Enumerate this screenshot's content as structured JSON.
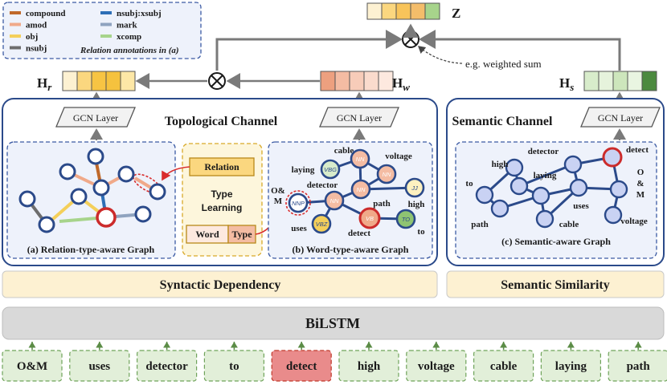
{
  "output_label": "Z",
  "hr_label": "H",
  "hr_sub": "r",
  "hw_label": "H",
  "hw_sub": "w",
  "hs_label": "H",
  "hs_sub": "s",
  "weighted_sum_note": "e.g. weighted sum",
  "legend": {
    "items": [
      {
        "label": "compound",
        "color": "#c0692a"
      },
      {
        "label": "amod",
        "color": "#f0a989"
      },
      {
        "label": "obj",
        "color": "#f4cf5a"
      },
      {
        "label": "nsubj",
        "color": "#6d6d6d"
      },
      {
        "label": "nsubj:xsubj",
        "color": "#2e6fb7"
      },
      {
        "label": "mark",
        "color": "#8fa3bf"
      },
      {
        "label": "xcomp",
        "color": "#a7d48b"
      }
    ],
    "caption": "Relation annotations in (a)"
  },
  "gcn_layer_label": "GCN Layer",
  "topological_channel_title": "Topological Channel",
  "semantic_channel_title": "Semantic Channel",
  "panel_a_caption": "(a) Relation-type-aware Graph",
  "panel_b_caption": "(b) Word-type-aware Graph",
  "panel_c_caption": "(c) Semantic-aware Graph",
  "type_learning": {
    "relation_label": "Relation",
    "title_line1": "Type",
    "title_line2": "Learning",
    "word_label": "Word",
    "type_label": "Type"
  },
  "word_graph": {
    "words": {
      "cable": "cable",
      "voltage": "voltage",
      "laying": "laying",
      "detector": "detector",
      "om_line1": "O&",
      "om_line2": "M",
      "uses": "uses",
      "path": "path",
      "high": "high",
      "detect": "detect",
      "to": "to"
    },
    "tags": {
      "vbg": "VBG",
      "nn1": "NN",
      "nn2": "NN",
      "nn3": "NN",
      "nn4": "NN",
      "jj": "JJ",
      "nnp": "NNP",
      "vbz": "VBZ",
      "vb": "VB",
      "to": "TO"
    }
  },
  "semantic_graph": {
    "words": {
      "detector": "detector",
      "detect": "detect",
      "high": "high",
      "laying": "laying",
      "to": "to",
      "o": "O",
      "amp": "&",
      "m": "M",
      "uses": "uses",
      "path": "path",
      "cable": "cable",
      "voltage": "voltage"
    }
  },
  "syntactic_dependency_label": "Syntactic Dependency",
  "semantic_similarity_label": "Semantic Similarity",
  "bilstm_label": "BiLSTM",
  "tokens": [
    "O&M",
    "uses",
    "detector",
    "to",
    "detect",
    "high",
    "voltage",
    "cable",
    "laying",
    "path"
  ],
  "highlighted_token": "detect",
  "colors": {
    "z_vector": [
      "#fdf1d2",
      "#fbd77f",
      "#f8c45a",
      "#f4bd6a",
      "#a7d48b"
    ],
    "hr_vector": [
      "#fdf1d2",
      "#fbd77f",
      "#f7c443",
      "#f5c23e",
      "#fde7a6"
    ],
    "hw_vector": [
      "#eda07f",
      "#f4bca3",
      "#f7ccb9",
      "#fadbcd",
      "#fde9df"
    ],
    "hs_vector": [
      "#d8eccb",
      "#e6f3dc",
      "#cde6bc",
      "#e9f5e1",
      "#4c8a3f"
    ]
  }
}
